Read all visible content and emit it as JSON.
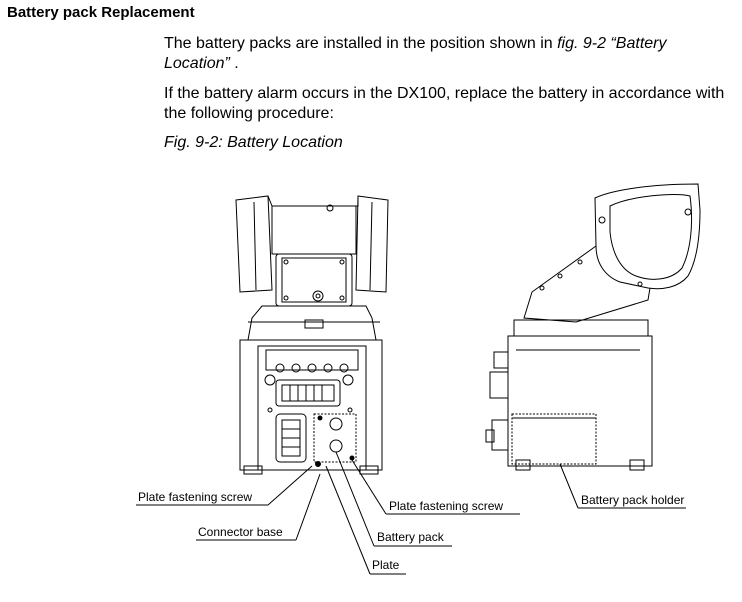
{
  "section": {
    "title": "Battery pack Replacement"
  },
  "intro": {
    "line1_pre": "The battery packs are installed in the position shown in ",
    "line1_ref": "fig. 9-2  “Battery Location”",
    "line1_post": " .",
    "line2": "If the battery alarm occurs in the DX100, replace the battery in accordance with the following procedure:"
  },
  "figure": {
    "caption": "Fig. 9-2: Battery Location",
    "callouts": {
      "plate_fastening_screw_left": "Plate fastening screw",
      "connector_base": "Connector base",
      "plate_fastening_screw_right": "Plate fastening screw",
      "battery_pack": "Battery pack",
      "plate": "Plate",
      "battery_pack_holder": "Battery pack holder"
    }
  }
}
